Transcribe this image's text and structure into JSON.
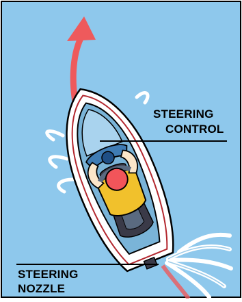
{
  "colors": {
    "water": "#8ec8ec",
    "arrow": "#ee5a5c",
    "hull": "#ffffff",
    "hull_trim": "#b3282f",
    "deck": "#7ab4d8",
    "deck_dark": "#3f7cb4",
    "rider_helmet": "#f2555a",
    "rider_torso": "#f1c12c",
    "rider_dark": "#3a3a48",
    "spray": "#ffffff",
    "label": "#000000"
  },
  "icons": {
    "direction": "curved-arrow-icon",
    "watercraft": "personal-watercraft-icon",
    "rider": "rider-icon",
    "spray": "water-spray-icon"
  },
  "labels": {
    "steering_control": [
      "STEERING",
      "CONTROL"
    ],
    "steering_nozzle": [
      "STEERING",
      "NOZZLE"
    ]
  }
}
